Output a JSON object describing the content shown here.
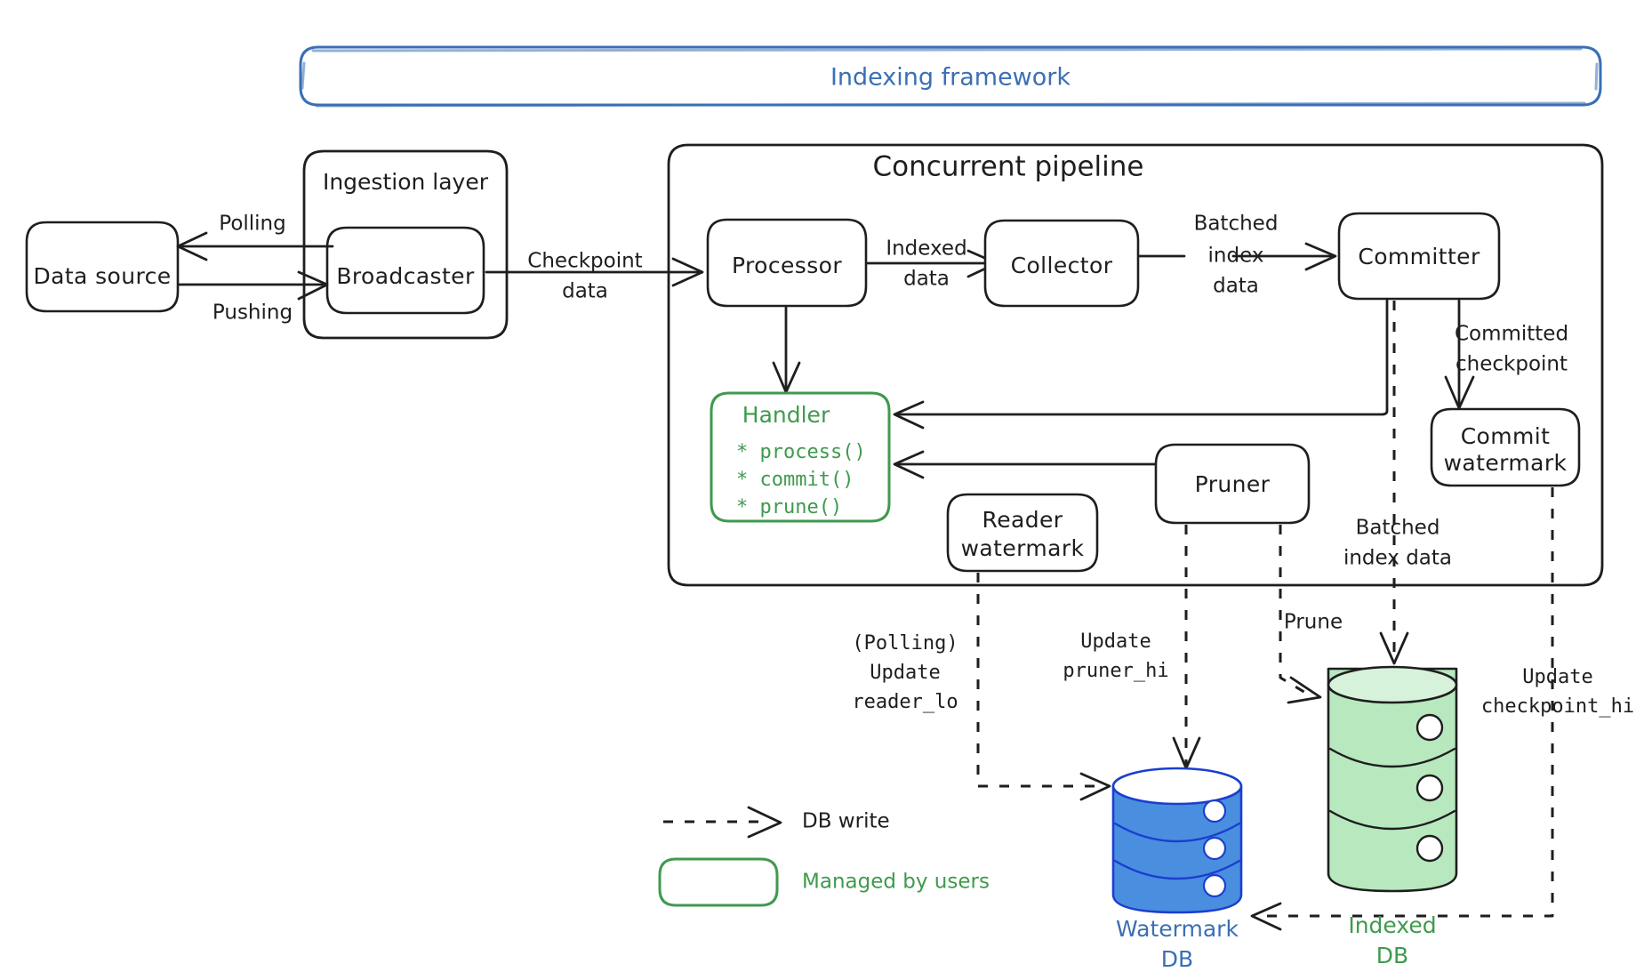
{
  "frame": {
    "title": "Indexing framework",
    "title_color": "#3b6fb5"
  },
  "groups": [
    {
      "id": "ingestion",
      "label": "Ingestion layer"
    },
    {
      "id": "pipeline",
      "label": "Concurrent pipeline"
    }
  ],
  "nodes": {
    "data_source": "Data source",
    "broadcaster": "Broadcaster",
    "processor": "Processor",
    "collector": "Collector",
    "committer": "Committer",
    "commit_watermark_l1": "Commit",
    "commit_watermark_l2": "watermark",
    "reader_watermark_l1": "Reader",
    "reader_watermark_l2": "watermark",
    "pruner": "Pruner"
  },
  "handler": {
    "title": "Handler",
    "methods": [
      "* process()",
      "* commit()",
      "* prune()"
    ],
    "color": "#3f9a4e"
  },
  "edge_labels": {
    "polling": "Polling",
    "pushing": "Pushing",
    "checkpoint_data_l1": "Checkpoint",
    "checkpoint_data_l2": "data",
    "indexed_data_l1": "Indexed",
    "indexed_data_l2": "data",
    "batched_index_data_l1": "Batched",
    "batched_index_data_l2": "index",
    "batched_index_data_l3": "data",
    "committed_checkpoint_l1": "Committed",
    "committed_checkpoint_l2": "checkpoint",
    "batched_index_data2_l1": "Batched",
    "batched_index_data2_l2": "index data",
    "prune": "Prune",
    "polling_update_l1": "(Polling)",
    "polling_update_l2": "Update",
    "polling_update_l3": "reader_lo",
    "update_pruner_l1": "Update",
    "update_pruner_l2": "pruner_hi",
    "update_checkpoint_l1": "Update",
    "update_checkpoint_l2": "checkpoint_hi"
  },
  "databases": [
    {
      "id": "watermark-db",
      "label_l1": "Watermark",
      "label_l2": "DB",
      "color": "#3b6fb5",
      "fill": "#4a8ee0"
    },
    {
      "id": "indexed-db",
      "label_l1": "Indexed",
      "label_l2": "DB",
      "color": "#3f9a4e",
      "fill": "#b7e8be"
    }
  ],
  "legend": [
    {
      "id": "db-write",
      "label": "DB write",
      "type": "dashed-arrow",
      "color": "#1e1e1e"
    },
    {
      "id": "managed-by-users",
      "label": "Managed by users",
      "type": "green-box",
      "color": "#3f9a4e"
    }
  ]
}
